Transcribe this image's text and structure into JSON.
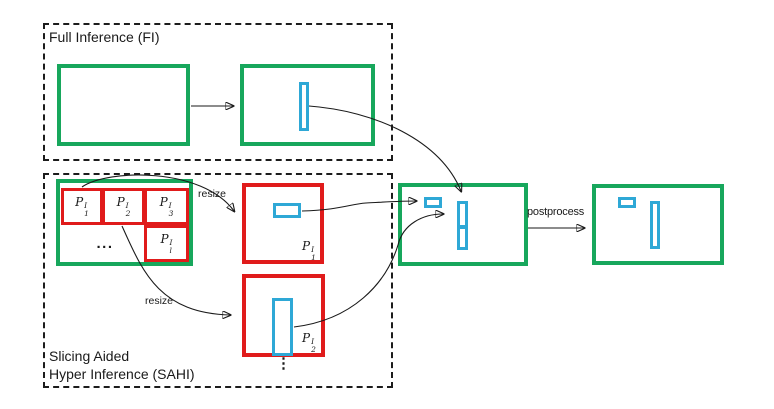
{
  "fi": {
    "label": "Full Inference (FI)"
  },
  "sahi": {
    "label_line1": "Slicing Aided",
    "label_line2": "Hyper Inference (SAHI)",
    "slice_grid": {
      "cells": [
        {
          "base": "P",
          "sup": "I",
          "sub": "1"
        },
        {
          "base": "P",
          "sup": "I",
          "sub": "2"
        },
        {
          "base": "P",
          "sup": "I",
          "sub": "3"
        },
        {
          "base": "P",
          "sup": "I",
          "sub": "l"
        }
      ],
      "ellipsis": "..."
    },
    "patch1_label": {
      "base": "P",
      "sup": "I",
      "sub": "1"
    },
    "patch2_label": {
      "base": "P",
      "sup": "I",
      "sub": "2"
    },
    "vertical_ellipsis": "⋮"
  },
  "arrows": {
    "resize_top": "resize",
    "resize_bottom": "resize",
    "postprocess": "postprocess"
  },
  "colors": {
    "box_green": "#17a75c",
    "box_red": "#e01b1b",
    "bbox_blue": "#2ea8d6",
    "line_black": "#1a1a1a"
  }
}
